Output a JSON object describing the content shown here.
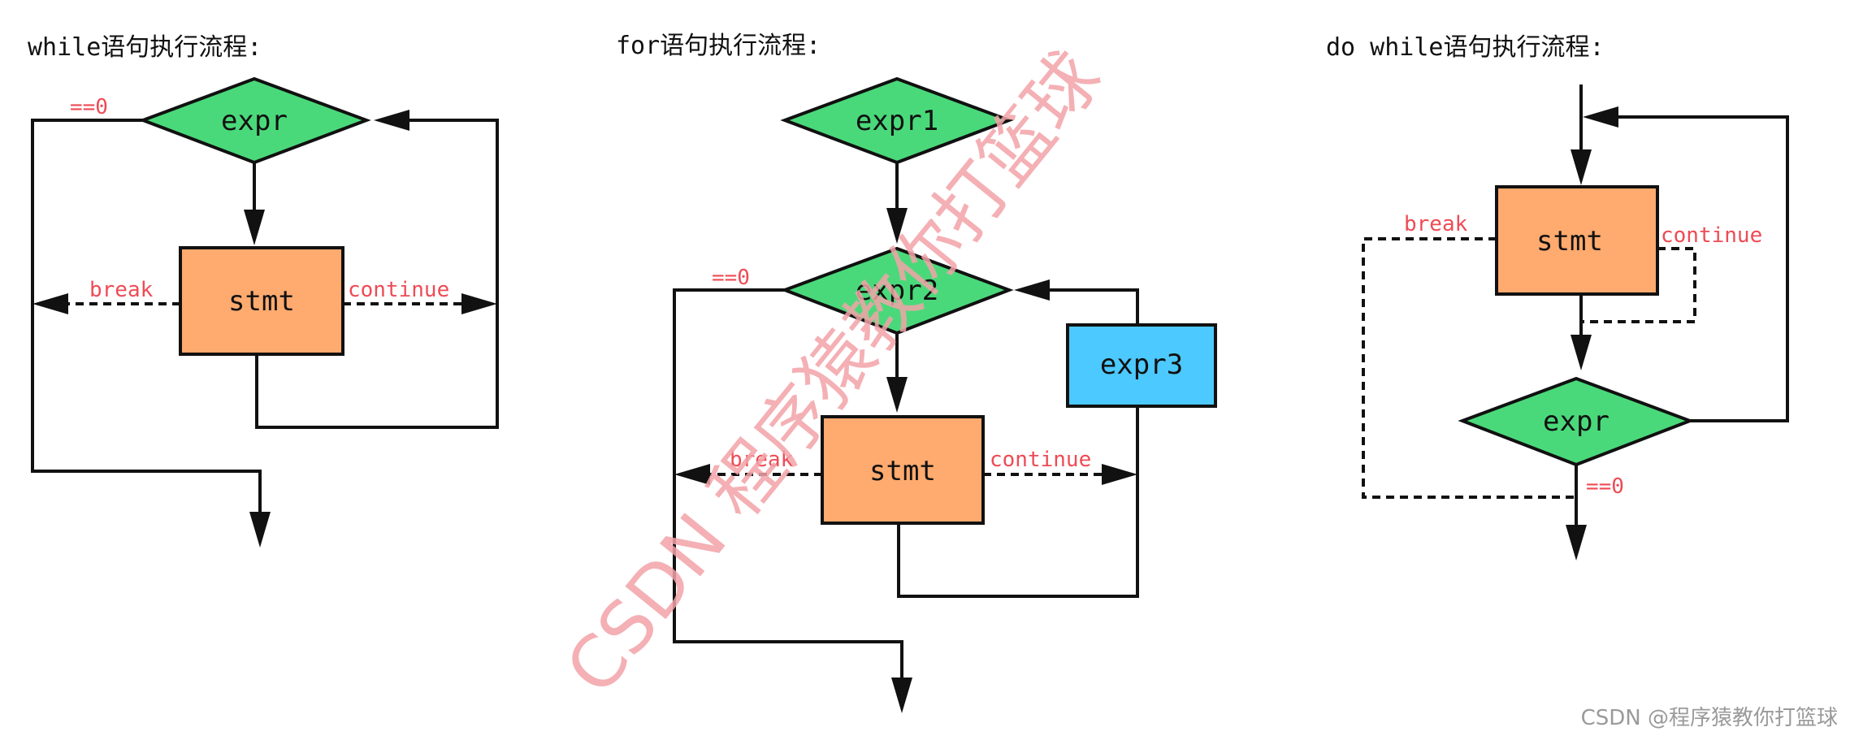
{
  "colors": {
    "decision_fill": "#4ad97a",
    "statement_fill": "#ffaa6e",
    "update_fill": "#4cc9ff",
    "edge_label": "#ee4b55",
    "watermark": "#f3a3a8"
  },
  "while_loop": {
    "title": "while语句执行流程:",
    "condition": "expr",
    "body": "stmt",
    "exit_label": "==0",
    "break_label": "break",
    "continue_label": "continue"
  },
  "for_loop": {
    "title": "for语句执行流程:",
    "init": "expr1",
    "condition": "expr2",
    "update": "expr3",
    "body": "stmt",
    "exit_label": "==0",
    "break_label": "break",
    "continue_label": "continue"
  },
  "do_while_loop": {
    "title": "do while语句执行流程:",
    "body": "stmt",
    "condition": "expr",
    "exit_label": "==0",
    "break_label": "break",
    "continue_label": "continue"
  },
  "watermark": {
    "diagonal": "CSDN 程序猿教你打篮球",
    "corner": "CSDN @程序猿教你打篮球"
  }
}
